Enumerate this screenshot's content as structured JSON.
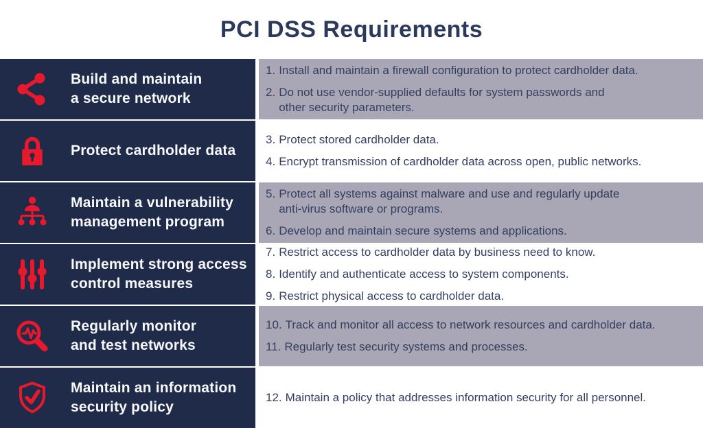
{
  "title": "PCI DSS Requirements",
  "colors": {
    "navy": "#1f2b48",
    "red": "#e8192d",
    "gray_cell": "#a9a7b5",
    "white_cell": "#ffffff",
    "title_text": "#2b3a5c",
    "body_text": "#333f60",
    "label_text": "#f7f8fa"
  },
  "table": {
    "rows": [
      {
        "icon": "share-network-icon",
        "label": "Build and maintain\na secure network",
        "items": [
          {
            "num": "1.",
            "text": "Install and maintain a firewall configuration to protect cardholder data."
          },
          {
            "num": "2.",
            "text": "Do not use vendor-supplied defaults for system passwords and\nother security parameters."
          }
        ]
      },
      {
        "icon": "padlock-icon",
        "label": "Protect cardholder data",
        "items": [
          {
            "num": "3.",
            "text": "Protect stored cardholder data."
          },
          {
            "num": "4.",
            "text": "Encrypt transmission of cardholder data across open, public networks."
          }
        ]
      },
      {
        "icon": "org-chart-person-icon",
        "label": "Maintain a vulnerability\nmanagement program",
        "items": [
          {
            "num": "5.",
            "text": "Protect all systems against malware and use and regularly update\nanti-virus software or programs."
          },
          {
            "num": "6.",
            "text": "Develop and maintain secure systems and applications."
          }
        ]
      },
      {
        "icon": "sliders-icon",
        "label": "Implement strong access\ncontrol measures",
        "items": [
          {
            "num": "7.",
            "text": "Restrict access to cardholder data by business need to know."
          },
          {
            "num": "8.",
            "text": "Identify and authenticate access to system components."
          },
          {
            "num": "9.",
            "text": "Restrict physical access to cardholder data."
          }
        ]
      },
      {
        "icon": "monitor-search-icon",
        "label": "Regularly monitor\nand test networks",
        "items": [
          {
            "num": "10.",
            "text": "Track and monitor all access to network resources and cardholder data."
          },
          {
            "num": "11.",
            "text": "Regularly test security systems and processes."
          }
        ]
      },
      {
        "icon": "shield-check-icon",
        "label": "Maintain an information\nsecurity policy",
        "items": [
          {
            "num": "12.",
            "text": "Maintain a policy that addresses information security for all personnel."
          }
        ]
      }
    ]
  }
}
